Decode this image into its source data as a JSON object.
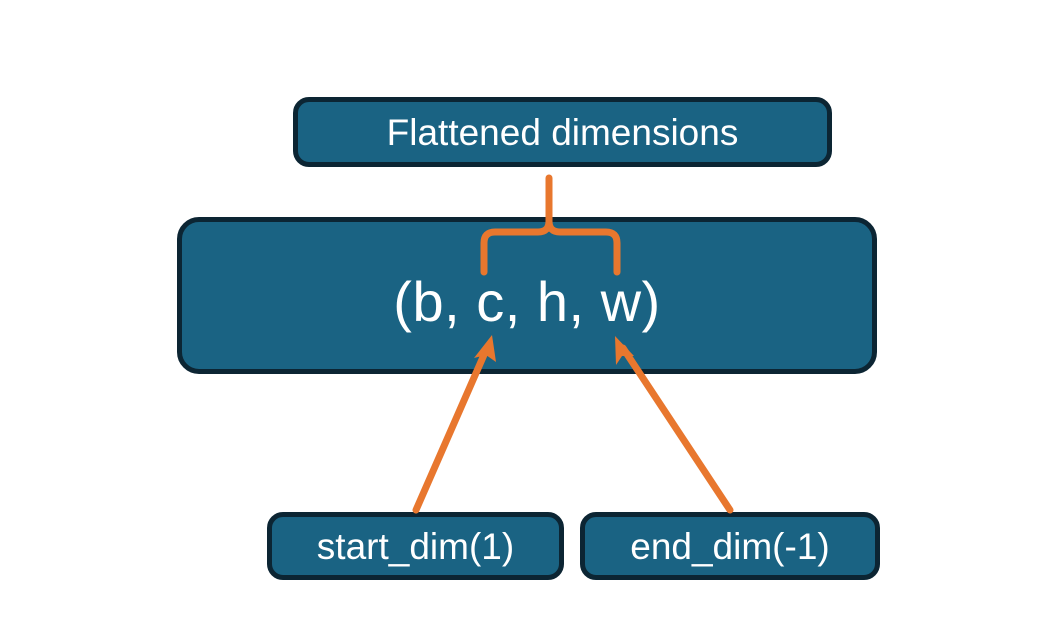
{
  "diagram": {
    "title_text": "Flattened dimensions",
    "tensor_shape_text": "(b, c, h, w)",
    "start_dim_text": "start_dim(1)",
    "end_dim_text": "end_dim(-1)",
    "colors": {
      "box_fill": "#1a6383",
      "box_border": "#0c2533",
      "box_text": "#ffffff",
      "connector": "#e8772e",
      "background": "#ffffff"
    },
    "annotations": {
      "brace_name": "flattened-range-brace",
      "left_arrow_name": "start-dim-arrow",
      "right_arrow_name": "end-dim-arrow"
    }
  }
}
